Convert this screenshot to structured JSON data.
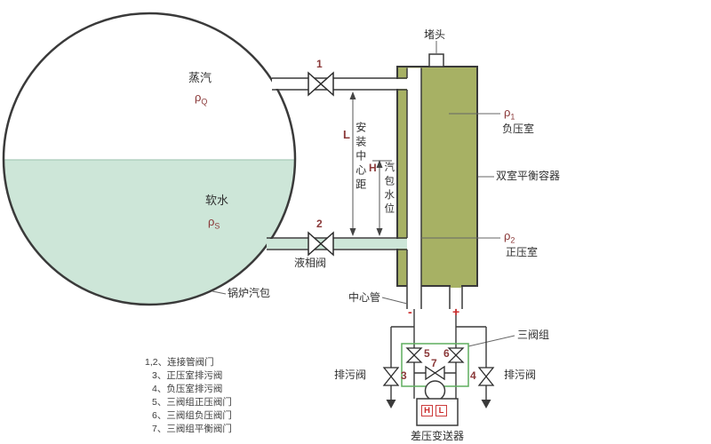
{
  "colors": {
    "water_fill": "#cde6d8",
    "vessel_fill": "#a7b164",
    "line": "#3a3a3a",
    "label_accent": "#8b3a3a",
    "signal_red": "#cc2a2a",
    "manifold_box_green": "#5fae5f"
  },
  "drum": {
    "steam_zone_label": "蒸汽",
    "steam_density": {
      "base": "ρ",
      "sub": "Q"
    },
    "water_zone_label": "软水",
    "water_density": {
      "base": "ρ",
      "sub": "S"
    },
    "name": "锅炉汽包"
  },
  "pipes": {
    "valve1_num": "1",
    "valve2_num": "2",
    "liquid_valve_label": "液相阀"
  },
  "vessel": {
    "plug_label": "堵头",
    "name": "双室平衡容器",
    "rho1": {
      "base": "ρ",
      "sub": "1"
    },
    "neg_chamber": "负压室",
    "rho2": {
      "base": "ρ",
      "sub": "2"
    },
    "pos_chamber": "正压室",
    "center_tube_label": "中心管"
  },
  "dimensions": {
    "L": "L",
    "L_caption": "安装中心距",
    "H": "H",
    "H_caption": "汽包水位"
  },
  "manifold": {
    "minus": "-",
    "plus": "+",
    "group_label": "三阀组",
    "valve3": "3",
    "valve4": "4",
    "valve5": "5",
    "valve6": "6",
    "valve7": "7",
    "blowdown_left": "排污阀",
    "blowdown_right": "排污阀"
  },
  "transmitter": {
    "port_high": "H",
    "port_low": "L",
    "label": "差压变送器"
  },
  "legend": {
    "items": [
      "1,2、连接管阀门",
      "3、正压室排污阀",
      "4、负压室排污阀",
      "5、三阀组正压阀门",
      "6、三阀组负压阀门",
      "7、三阀组平衡阀门"
    ]
  }
}
